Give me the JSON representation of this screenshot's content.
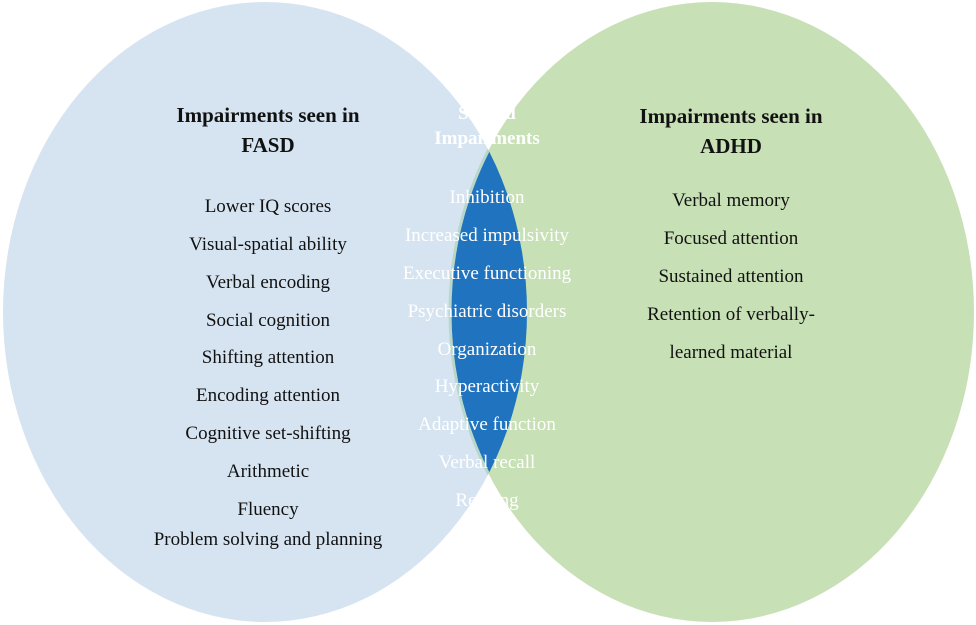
{
  "colors": {
    "fasd_fill": "#d6e4f2",
    "adhd_fill": "#c7e0b6",
    "overlap_fill": "#1f73bf",
    "overlap_stroke": "#b8d7c8",
    "text_dark": "#111111",
    "text_light": "#ffffff"
  },
  "fasd": {
    "heading_line1": "Impairments seen in",
    "heading_line2": "FASD",
    "items": [
      "Lower IQ scores",
      "Visual-spatial ability",
      "Verbal encoding",
      "Social cognition",
      "Shifting attention",
      "Encoding attention",
      "Cognitive set-shifting",
      "Arithmetic",
      "Fluency",
      "Problem solving and planning"
    ]
  },
  "shared": {
    "heading_line1": "Shared",
    "heading_line2": "Impairments",
    "items": [
      "Inhibition",
      "Increased impulsivity",
      "Executive functioning",
      "Psychiatric disorders",
      "Organization",
      "Hyperactivity",
      "Adaptive function",
      "Verbal recall",
      "Reading"
    ]
  },
  "adhd": {
    "heading_line1": "Impairments seen in",
    "heading_line2": "ADHD",
    "items": [
      "Verbal memory",
      "Focused attention",
      "Sustained attention",
      "Retention of verbally-",
      "learned material"
    ]
  }
}
